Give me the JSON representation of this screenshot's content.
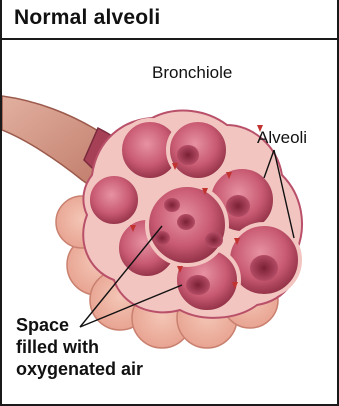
{
  "title": "Normal alveoli",
  "labels": {
    "bronchiole": "Bronchiole",
    "alveoli": "Alveoli",
    "space_line1": "Space",
    "space_line2": "filled with",
    "space_line3": "oxygenated air"
  },
  "colors": {
    "outer_sac": "#f0b8a8",
    "alveolus_wall": "#b84a5e",
    "alveolus_inner": "#d9738a",
    "alveolus_deep": "#8f2f45",
    "septum": "#f2c5c0",
    "bronchiole_tube": "#c98c7a",
    "capillary": "#c2322f"
  }
}
